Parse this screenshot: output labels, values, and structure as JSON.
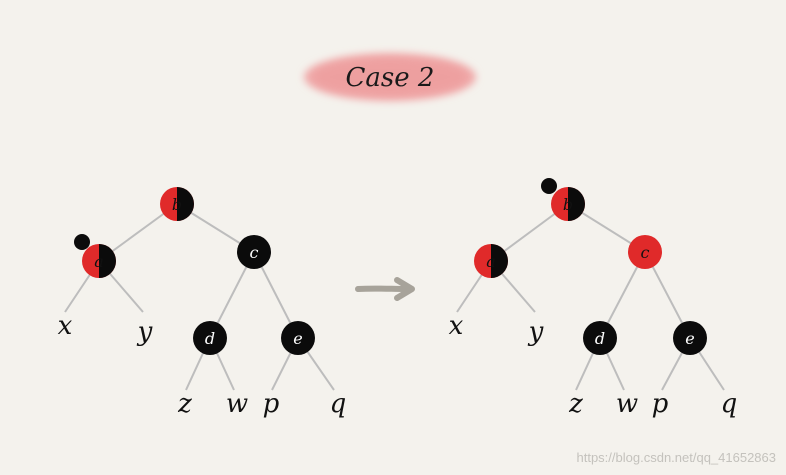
{
  "title": "Case 2",
  "colors": {
    "red": "#e02a2a",
    "black": "#0b0b0b",
    "edge": "#bdbdbd",
    "background": "#f4f2ed",
    "title_blob": "#f0a9a9",
    "arrow": "#a7a39a"
  },
  "arrow_icon": "right-arrow-icon",
  "watermark": "https://blog.csdn.net/qq_41652863",
  "before": {
    "nodes": [
      {
        "id": "b",
        "label": "b",
        "fill": "red-black"
      },
      {
        "id": "a",
        "label": "a",
        "fill": "red-black",
        "extra_black": true
      },
      {
        "id": "c",
        "label": "c",
        "fill": "black"
      },
      {
        "id": "d",
        "label": "d",
        "fill": "black"
      },
      {
        "id": "e",
        "label": "e",
        "fill": "black"
      }
    ],
    "leaves": [
      "x",
      "y",
      "z",
      "w",
      "p",
      "q"
    ]
  },
  "after": {
    "nodes": [
      {
        "id": "b",
        "label": "b",
        "fill": "red-black",
        "extra_black": true
      },
      {
        "id": "a",
        "label": "a",
        "fill": "red-black"
      },
      {
        "id": "c",
        "label": "c",
        "fill": "red"
      },
      {
        "id": "d",
        "label": "d",
        "fill": "black"
      },
      {
        "id": "e",
        "label": "e",
        "fill": "black"
      }
    ],
    "leaves": [
      "x",
      "y",
      "z",
      "w",
      "p",
      "q"
    ]
  }
}
